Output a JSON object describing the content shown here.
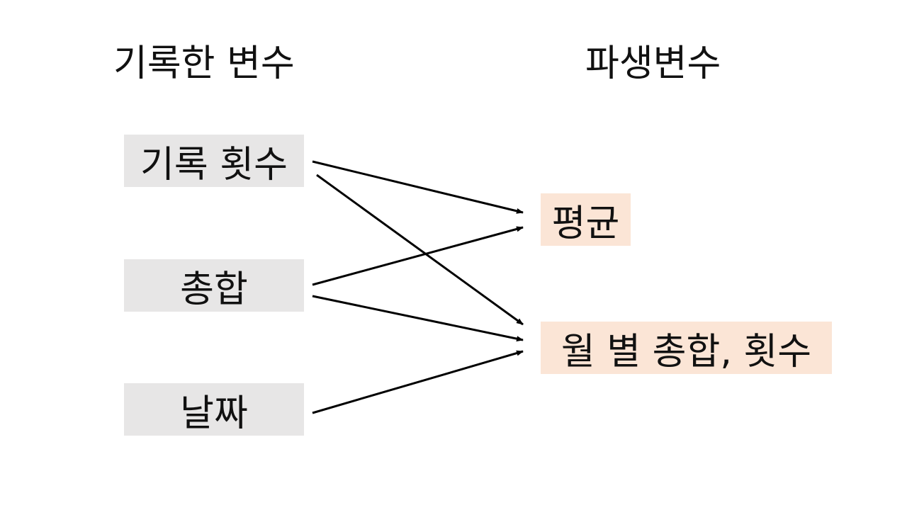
{
  "headings": {
    "recorded": "기록한 변수",
    "derived": "파생변수"
  },
  "recorded_variables": [
    {
      "label": "기록 횟수"
    },
    {
      "label": "총합"
    },
    {
      "label": "날짜"
    }
  ],
  "derived_variables": [
    {
      "label": "평균"
    },
    {
      "label": "월 별 총합, 횟수"
    }
  ],
  "connections": [
    {
      "from": "기록 횟수",
      "to": "평균"
    },
    {
      "from": "기록 횟수",
      "to": "월 별 총합, 횟수"
    },
    {
      "from": "총합",
      "to": "평균"
    },
    {
      "from": "총합",
      "to": "월 별 총합, 횟수"
    },
    {
      "from": "날짜",
      "to": "월 별 총합, 횟수"
    }
  ],
  "colors": {
    "recorded_fill": "#e7e6e6",
    "derived_fill": "#fbe5d6",
    "arrow": "#000000",
    "text": "#111111"
  }
}
